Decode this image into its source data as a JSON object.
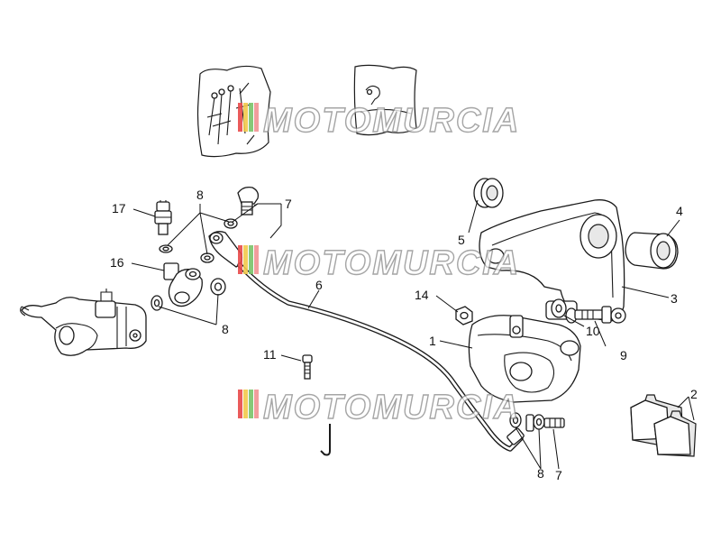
{
  "watermark": {
    "text": "MOTOMURCIA",
    "stripe_colors": [
      "#e84a4a",
      "#f2c94c",
      "#7bc46a"
    ]
  },
  "callouts": {
    "c1": "1",
    "c2": "2",
    "c3": "3",
    "c4": "4",
    "c5": "5",
    "c6": "6",
    "c7a": "7",
    "c7b": "7",
    "c8a": "8",
    "c8b": "8",
    "c8c": "8",
    "c9": "9",
    "c10": "10",
    "c11": "11",
    "c14": "14",
    "c16": "16",
    "c17": "17"
  }
}
